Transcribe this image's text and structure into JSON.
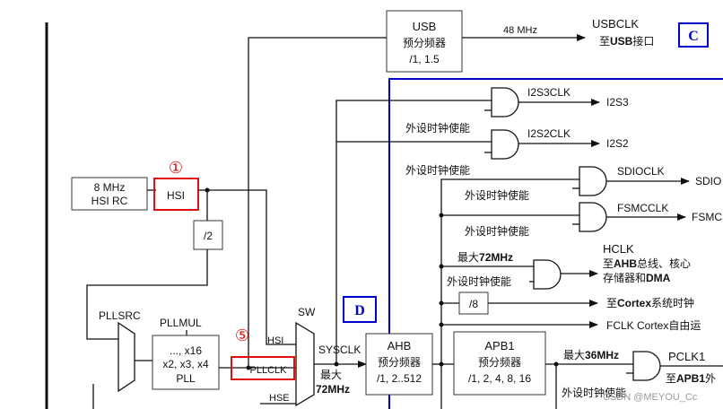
{
  "usb": {
    "block_title": "USB",
    "block_sub": "预分频器",
    "block_ratio": "/1, 1.5",
    "freq": "48 MHz",
    "clk_name": "USBCLK",
    "dest_prefix": "至",
    "dest_bold": "USB",
    "dest_suffix": "接口"
  },
  "markers": {
    "c": "C",
    "d": "D",
    "one": "①",
    "five": "⑤"
  },
  "i2s3": {
    "clk": "I2S3CLK",
    "out": "I2S3",
    "enable": "外设时钟使能"
  },
  "i2s2": {
    "clk": "I2S2CLK",
    "out": "I2S2",
    "enable": "外设时钟使能"
  },
  "sdio": {
    "clk": "SDIOCLK",
    "out": "SDIO",
    "enable": "外设时钟使能"
  },
  "fsmc": {
    "clk": "FSMCCLK",
    "out": "FSMC",
    "enable": "外设时钟使能"
  },
  "hclk": {
    "max_prefix": "最大",
    "max_value": "72MHz",
    "enable": "外设时钟使能",
    "name": "HCLK",
    "dest1_prefix": "至",
    "dest1_bold": "AHB",
    "dest1_suffix": "总线、核心",
    "dest2_prefix": "存储器和",
    "dest2_bold": "DMA"
  },
  "cortex": {
    "div": "/8",
    "dest_prefix": "至",
    "dest_bold": "Cortex",
    "dest_suffix": "系统时钟"
  },
  "fclk": {
    "label": "FCLK Cortex自由运"
  },
  "hsi_rc": {
    "line1": "8 MHz",
    "line2": "HSI RC",
    "tag": "HSI"
  },
  "div2": "/2",
  "pllsrc": "PLLSRC",
  "pll": {
    "mul_label": "PLLMUL",
    "line1": "..., x16",
    "line2": "x2, x3, x4",
    "line3": "PLL",
    "out_label": "PLLCLK"
  },
  "sw": {
    "label": "SW",
    "hsi": "HSI",
    "hse": "HSE",
    "sysclk": "SYSCLK",
    "max_prefix": "最大",
    "max_value": "72MHz"
  },
  "ahb": {
    "title": "AHB",
    "sub": "预分频器",
    "ratio": "/1, 2..512"
  },
  "apb1": {
    "title": "APB1",
    "sub": "预分频器",
    "ratio": "/1, 2, 4, 8, 16",
    "max_prefix": "最大",
    "max_value": "36MHz",
    "pclk": "PCLK1",
    "dest_prefix": "至",
    "dest_bold": "APB1",
    "dest_suffix": "外",
    "enable": "外设时钟使能"
  },
  "watermark": "CSDN @MEYOU_Cc"
}
